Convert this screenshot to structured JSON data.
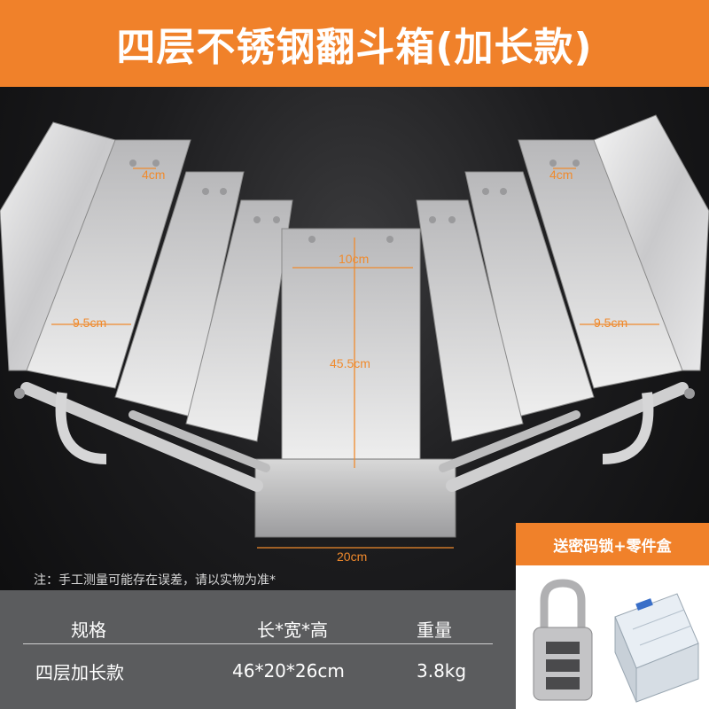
{
  "banner": {
    "title": "四层不锈钢翻斗箱(加长款)"
  },
  "dimensions": {
    "top_left": "4cm",
    "top_right": "4cm",
    "tray_left": "9.5cm",
    "tray_right": "9.5cm",
    "center_top": "10cm",
    "length": "45.5cm",
    "width": "20cm"
  },
  "note": "注：手工测量可能存在误差，请以实物为准*",
  "spec": {
    "headers": [
      "规格",
      "长*宽*高",
      "重量"
    ],
    "row": [
      "四层加长款",
      "46*20*26cm",
      "3.8kg"
    ]
  },
  "gift": {
    "title": "送密码锁+零件盒"
  },
  "colors": {
    "accent": "#f0812a",
    "spec_bg": "#5b5c5e"
  }
}
